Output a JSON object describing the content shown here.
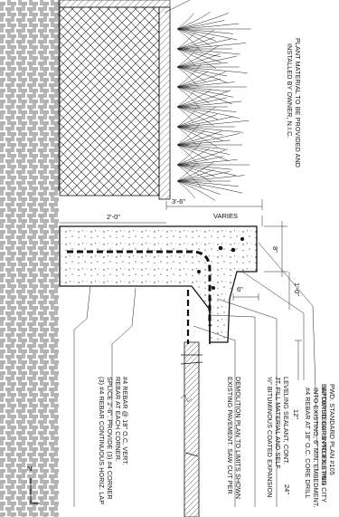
{
  "notes": {
    "plant_material": [
      "PLANT MATERIAL TO BE PROVIDED AND",
      "INSTALLED BY OWNER, N.I.C."
    ],
    "battered_curb": [
      "BATTERED CURB PROFILE PER CITY",
      "PWD. STANDARD PLAN #105"
    ],
    "rebar_dowel": [
      "#4 REBAR AT 18\" O.C. CORE DRILL",
      "INTO EXISTING, 6\" MIN. EMBEDMENT.",
      "EPOXY REBAR INTO EXISTING"
    ],
    "expansion_joint": [
      "½\" BITUMINOUS COATED EXPANSION",
      "JT. FILL MATERIAL AND SELF",
      "LEVELING SEALANT, CONT."
    ],
    "existing_pavement": [
      "EXISTING PAVEMENT. SAW CUT PER",
      "DEMOLITION PLAN TO LIMITS SHOWN"
    ],
    "rebar_vert": "#4 REBAR @ 18\" O.C. VERT.",
    "rebar_horiz": [
      "(3) #4 REBAR CONTINUOUS HORIZ. LAP",
      "SPLICE 2'-6\". PROVIDE (3) #4 CORNER",
      "REBAR AT EACH CORNER."
    ]
  },
  "dimensions": {
    "d_3_6": "3'-6\"",
    "d_2_0": "2'-0\"",
    "varies": "VARIES",
    "d_8": "8\"",
    "d_1_0": "1'-0\"",
    "d_6": "6\"",
    "d_12": "12\"",
    "d_24": "24\""
  },
  "north_arrow": "N"
}
